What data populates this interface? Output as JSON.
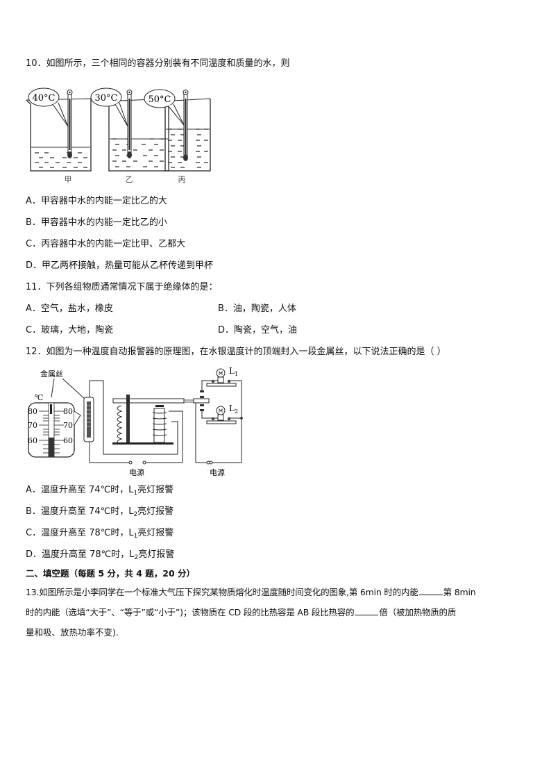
{
  "q10": {
    "stem": "10．如图所示，三个相同的容器分别装有不同温度和质量的水，则",
    "figure": {
      "beakers": [
        {
          "label": "甲",
          "temperature": "40°C"
        },
        {
          "label": "乙",
          "temperature": "30°C"
        },
        {
          "label": "丙",
          "temperature": "50°C"
        }
      ]
    },
    "options": [
      "A．甲容器中水的内能一定比乙的大",
      "B．甲容器中水的内能一定比乙的小",
      "C．丙容器中水的内能一定比甲、乙都大",
      "D．甲乙两杯接触，热量可能从乙杯传递到甲杯"
    ]
  },
  "q11": {
    "stem": "11．下列各组物质通常情况下属于绝缘体的是：",
    "options": [
      "A．空气，盐水，橡皮",
      "B．油，陶瓷，人体",
      "C．玻璃，大地，陶瓷",
      "D．陶瓷，空气，油"
    ]
  },
  "q12": {
    "stem": "12．如图为一种温度自动报警器的原理图，在水银温度计的顶端封入一段金属丝，以下说法正确的是（ ）",
    "figure": {
      "wire_label": "金属丝",
      "unit": "℃",
      "scale": [
        "80",
        "70",
        "60"
      ],
      "lamp1": "L",
      "lamp1_sub": "1",
      "lamp2": "L",
      "lamp2_sub": "2",
      "power1": "电源",
      "power2": "电源"
    },
    "options": [
      {
        "prefix": "A．温度升高至 74℃时，L",
        "sub": "1",
        "suffix": "亮灯报警"
      },
      {
        "prefix": "B．温度升高至 74℃时，L",
        "sub": "2",
        "suffix": "亮灯报警"
      },
      {
        "prefix": "C．温度升高至 78℃时，L",
        "sub": "1",
        "suffix": "亮灯报警"
      },
      {
        "prefix": "D．温度升高至 78℃时，L",
        "sub": "2",
        "suffix": "亮灯报警"
      }
    ]
  },
  "section2": {
    "title": "二、填空题（每题 5 分，共 4 题，20 分）"
  },
  "q13": {
    "line1a": "13.如图所示是小李同学在一个标准大气压下探究某物质熔化时温度随时间变化的图象,第 6min 时的内能",
    "line1b": "第 8min",
    "line2a": "时的内能（选填“大于”、“等于”或“小于”)；该物质在 CD 段的比热容是 AB 段比热容的",
    "line2b": "倍（被加热物质的质",
    "line3": "量和吸、放热功率不变)."
  }
}
